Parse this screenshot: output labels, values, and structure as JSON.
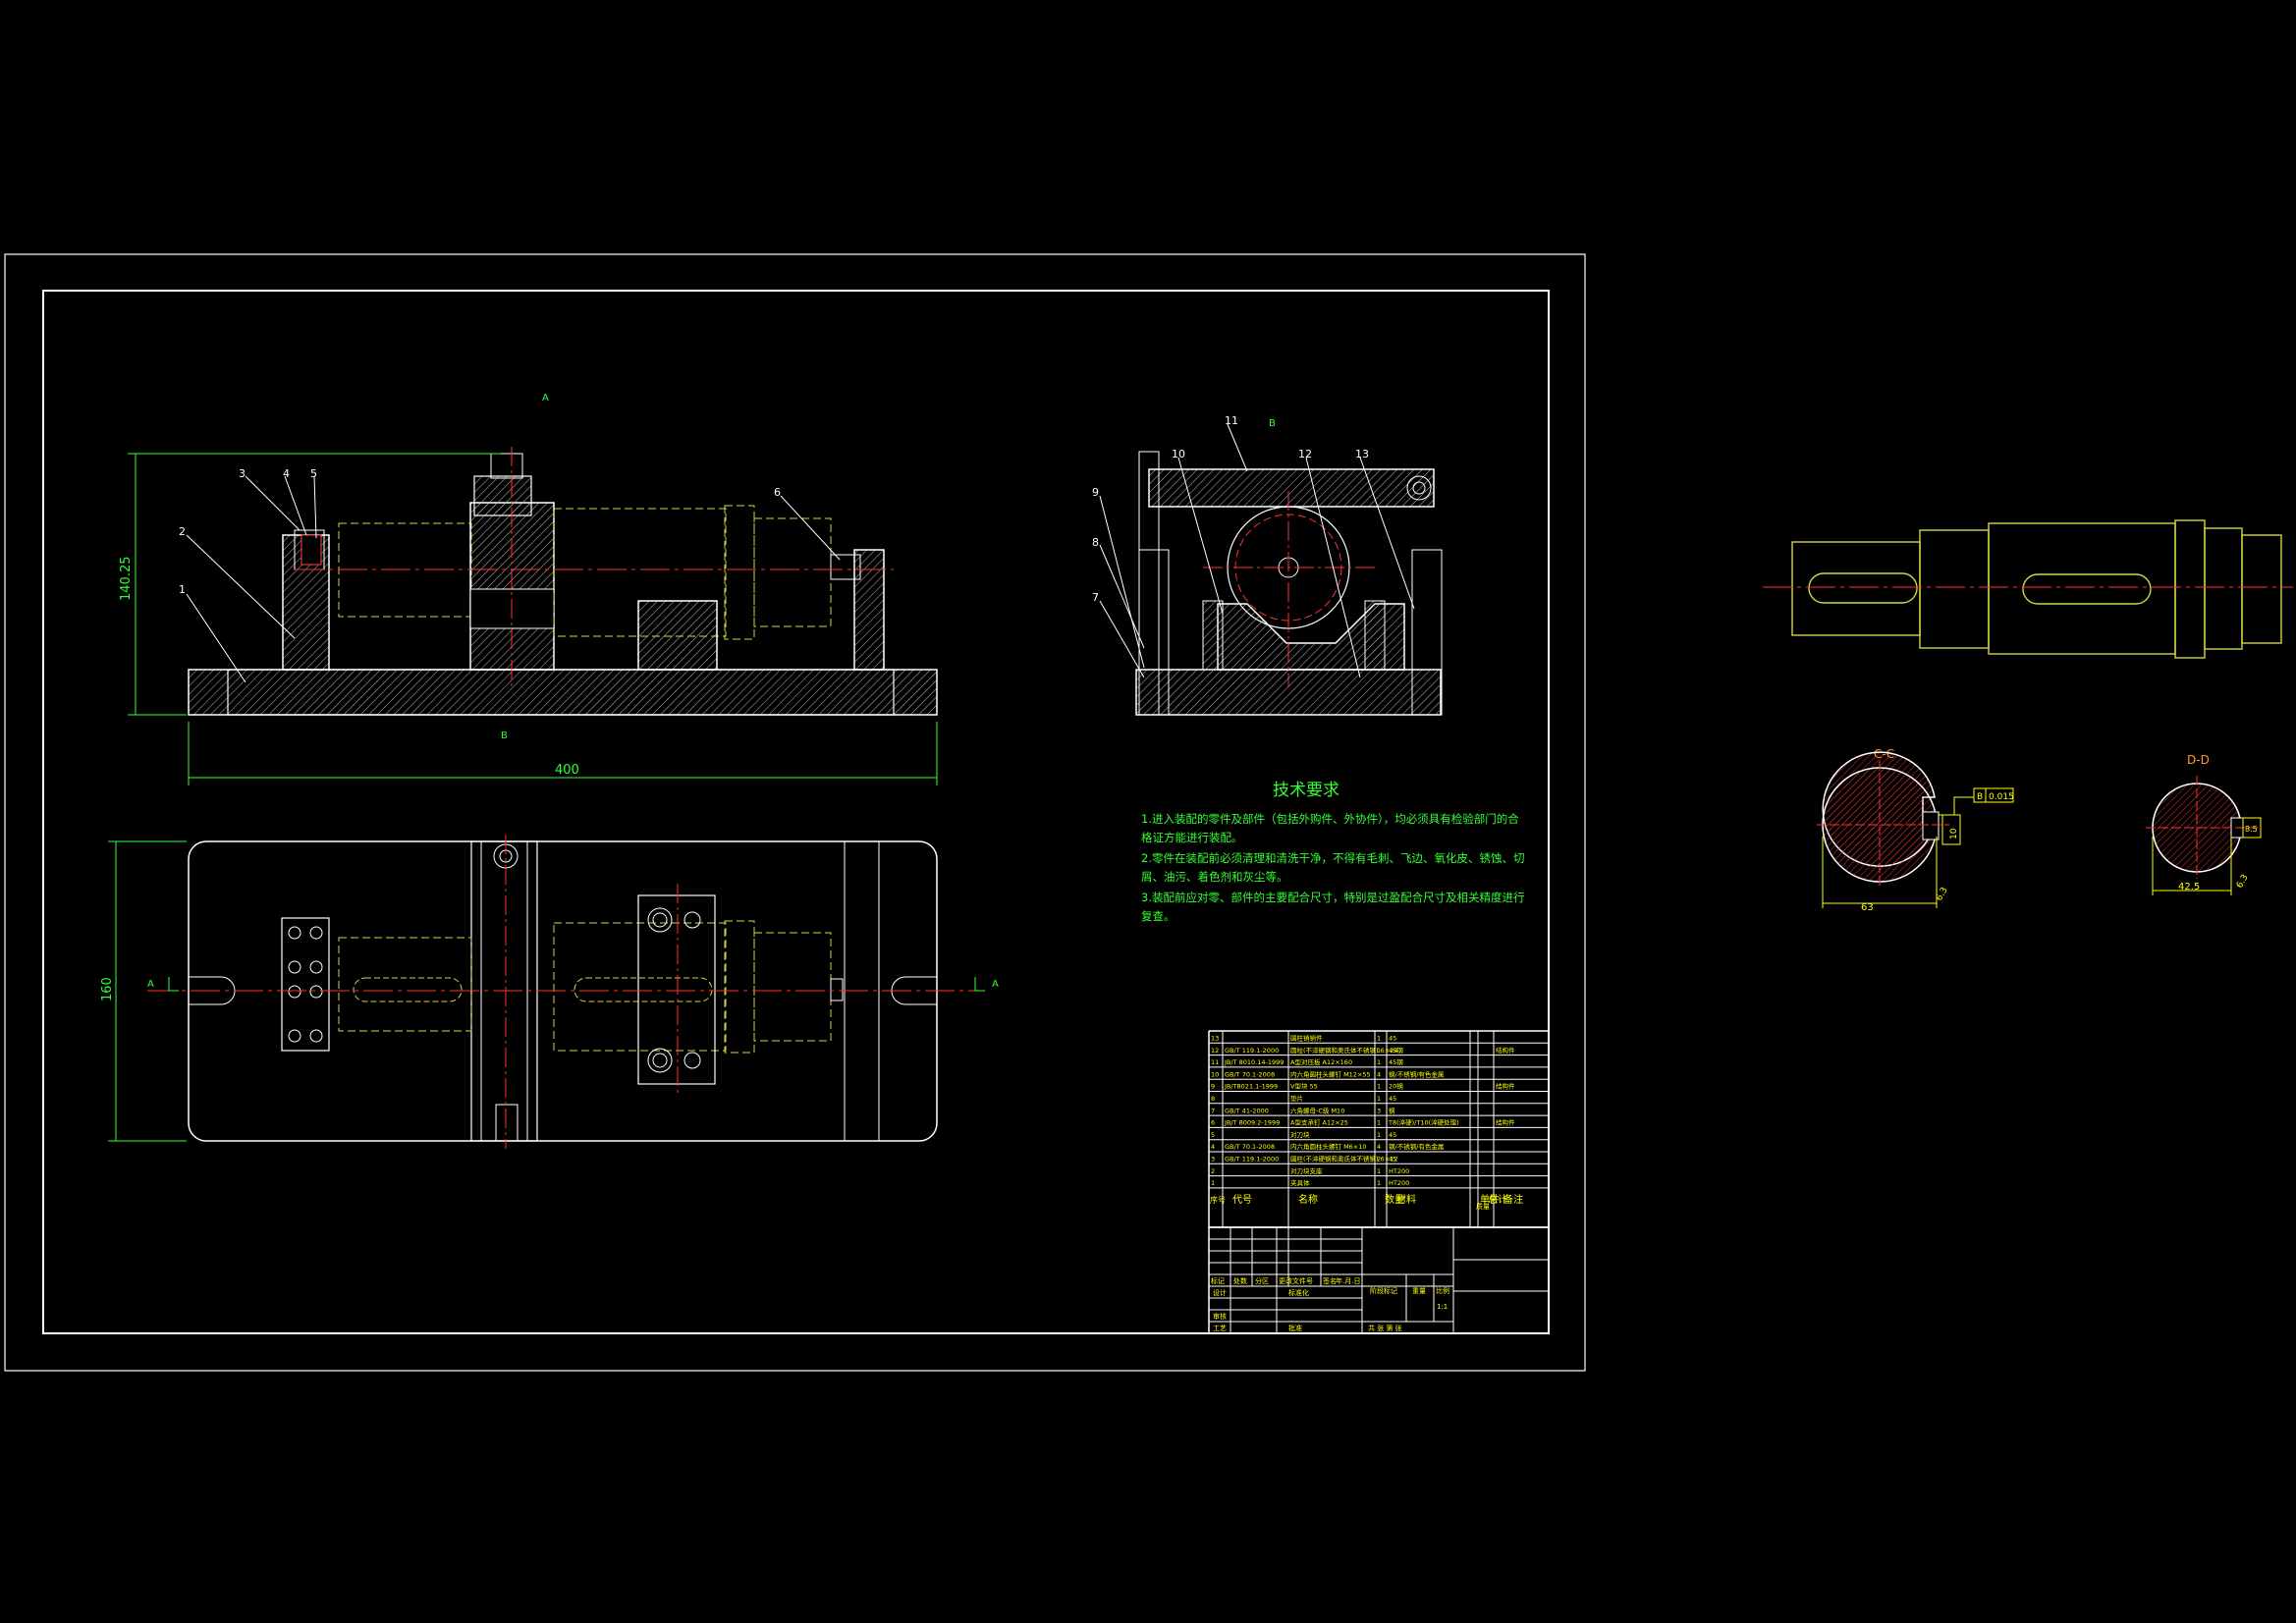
{
  "colors": {
    "background": "#000000",
    "frame": "#ffffff",
    "outline": "#ffffff",
    "hidden": "#d4d44a",
    "center": "#ff3030",
    "hatch": "#c8c8c8",
    "dimension": "#33ff33",
    "text": "#e6e600",
    "section_label": "#ff9a2a",
    "table_line": "#ffffff",
    "table_text": "#ffff00"
  },
  "front_view": {
    "overall_length": "400",
    "height": "140.25",
    "view_mark": "A",
    "section_mark": "B",
    "balloons": [
      "1",
      "2",
      "3",
      "4",
      "5",
      "6"
    ]
  },
  "top_view": {
    "width": "160",
    "section_mark_left": "A",
    "section_mark_right": "A"
  },
  "side_view": {
    "view_mark": "B",
    "balloons": [
      "7",
      "8",
      "9",
      "10",
      "11",
      "12",
      "13"
    ]
  },
  "detail_views": {
    "section_c": {
      "label": "C-C",
      "diameter": "63",
      "tolerance": "0.015",
      "datum": "B",
      "roughness": "6.3",
      "keyway": "10"
    },
    "section_d": {
      "label": "D-D",
      "diameter": "42.5",
      "roughness": "6.3",
      "keyway": "8.5"
    }
  },
  "tech_requirements": {
    "title": "技术要求",
    "lines": [
      "1.进入装配的零件及部件（包括外购件、外协件），均必须具有检验部门的合",
      "格证方能进行装配。",
      "2.零件在装配前必须清理和清洗干净，不得有毛刺、飞边、氧化皮、锈蚀、切",
      "屑、油污、着色剂和灰尘等。",
      "3.装配前应对零、部件的主要配合尺寸，特别是过盈配合尺寸及相关精度进行",
      "复查。"
    ]
  },
  "bom": {
    "rows": [
      [
        "13",
        "",
        "圆柱销销件",
        "1",
        "45",
        "",
        "",
        ""
      ],
      [
        "12",
        "GB/T 119.1-2000",
        "圆柱(不淬硬钢和奥氏体不锈钢) 6×24",
        "1",
        "45钢",
        "",
        "",
        "结构件"
      ],
      [
        "11",
        "JB/T 8010.14-1999",
        "A型对压板 A12×160",
        "1",
        "45钢",
        "",
        "",
        ""
      ],
      [
        "10",
        "GB/T 70.1-2008",
        "内六角圆柱头螺钉 M12×55",
        "4",
        "钢/不锈钢/有色金属",
        "",
        "",
        ""
      ],
      [
        "9",
        "JB/T8021.1-1999",
        "V型块 55",
        "1",
        "20钢",
        "",
        "",
        "结构件"
      ],
      [
        "8",
        "",
        "垫片",
        "1",
        "45",
        "",
        "",
        ""
      ],
      [
        "7",
        "GB/T 41-2000",
        "六角螺母-C级 M10",
        "3",
        "钢",
        "",
        "",
        ""
      ],
      [
        "6",
        "JB/T 8009.2-1999",
        "A型支承钉 A12×25",
        "1",
        "T8(淬硬)/T10(淬硬处理)",
        "",
        "",
        "结构件"
      ],
      [
        "5",
        "",
        "对刀块",
        "1",
        "45",
        "",
        "",
        ""
      ],
      [
        "4",
        "GB/T 70.1-2008",
        "内六角圆柱头螺钉 M6×10",
        "4",
        "钢/不锈钢/有色金属",
        "",
        "",
        ""
      ],
      [
        "3",
        "GB/T 119.1-2000",
        "圆柱(不淬硬钢和奥氏体不锈钢) 6×12",
        "2",
        "45",
        "",
        "",
        ""
      ],
      [
        "2",
        "",
        "对刀块支座",
        "1",
        "HT200",
        "",
        "",
        ""
      ],
      [
        "1",
        "",
        "夹具体",
        "1",
        "HT200",
        "",
        "",
        ""
      ]
    ],
    "header": [
      "序号",
      "代号",
      "名称",
      "数量",
      "材料",
      "单件",
      "总计",
      "备注"
    ],
    "header_sub": "质量"
  },
  "title_block": {
    "rev_row": [
      "标记",
      "处数",
      "分区",
      "更改文件号",
      "签名",
      "年.月.日"
    ],
    "design": "设计",
    "standard": "标准化",
    "review": "审核",
    "process": "工艺",
    "approve": "批准",
    "stage_mark": "阶段标记",
    "weight": "重量",
    "scale": "比例",
    "scale_value": "1:1",
    "sheets": "共    张    第    张"
  }
}
